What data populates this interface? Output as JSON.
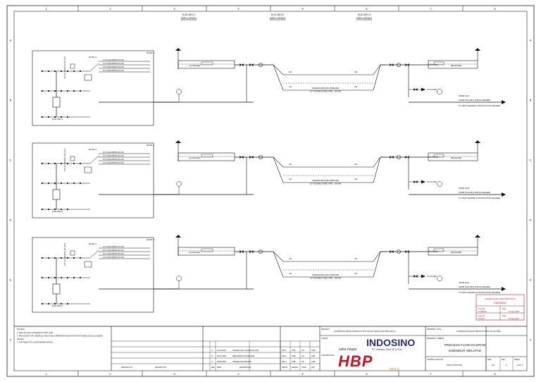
{
  "sheet": {
    "col_markers": [
      "1",
      "2",
      "3",
      "4",
      "5",
      "6",
      "7",
      "8"
    ],
    "row_markers": [
      "A",
      "B",
      "C",
      "D",
      "E",
      "F"
    ]
  },
  "header": {
    "wellheads": [
      {
        "name": "KUD-WH-1",
        "sub": "(WELLHEAD)"
      },
      {
        "name": "KUD-WH-2",
        "sub": "(WELLHEAD)"
      },
      {
        "name": "KUD-WH-3",
        "sub": "(WELLHEAD)"
      }
    ]
  },
  "panels": [
    {
      "note": "NOTE 3",
      "wellhead_tag": "KUD-WH-1",
      "lines": [
        "1/4\"-K040-00P52-N1-CP1",
        "1/4\"-K040-00P52-N2-CP1",
        "1/4\"-K040-00P52-N3-CP1",
        "1/4\"-K040-00P52-N4-CP1"
      ],
      "vert_tag": "1/4\"-W-200/300-I-N1-CP1",
      "launcher": "LAUNCHER",
      "receiver": "RECEIVER",
      "note_mid": "NOTE 3",
      "pipeline_label": "UNDERGROUND PIPELINE",
      "pipeline_sub": "10\" FLEXIBLE STEEL PIPE - 150 MM",
      "flare_label": "TO FLARE",
      "tap_label": "FROM GAS",
      "out_line": "FROM KUD-WH1 (PROD.HEADER)",
      "out_note": "TO TEST HEADER & PRODUCTION HEADER",
      "ug_tags": [
        "UG",
        "UG",
        "UG",
        "UG"
      ]
    },
    {
      "note": "NOTE 3",
      "wellhead_tag": "KUD-WH-2",
      "lines": [
        "1/4\"-K040-00P52-N1-CP1",
        "1/4\"-K040-00P52-N2-CP1",
        "1/4\"-K040-00P52-N3-CP1",
        "1/4\"-K040-00P52-N4-CP1"
      ],
      "vert_tag": "1/4\"-W-200/300-I-N1-CP1",
      "launcher": "LAUNCHER",
      "receiver": "RECEIVER",
      "note_mid": "NOTE 3",
      "pipeline_label": "UNDERGROUND PIPELINE",
      "pipeline_sub": "10\" FLEXIBLE STEEL PIPE - 150 MM",
      "flare_label": "TO FLARE",
      "tap_label": "FROM GAS",
      "out_line": "FROM KUD-WH2 (PROD.HEADER)",
      "out_note": "TO TEST HEADER & PRODUCTION HEADER",
      "ug_tags": [
        "UG",
        "UG",
        "UG",
        "UG"
      ]
    },
    {
      "note": "NOTE 3",
      "wellhead_tag": "KUD-WH-3",
      "lines": [
        "1/4\"-K040-00P52-N1-CP1",
        "1/4\"-K040-00P52-N2-CP1",
        "1/4\"-K040-00P52-N3-CP1",
        "1/4\"-K040-00P52-N4-CP1"
      ],
      "vert_tag": "1/4\"-W-200/300-I-N1-CP1",
      "launcher": "LAUNCHER",
      "receiver": "RECEIVER",
      "note_mid": "NOTE 3",
      "pipeline_label": "UNDERGROUND PIPELINE",
      "pipeline_sub": "10\" FLEXIBLE STEEL PIPE - 150 MM",
      "flare_label": "TO FLARE",
      "tap_label": "FROM GAS",
      "out_line": "FROM KUD-WH3 (PROD.HEADER)",
      "out_note": "TO TEST HEADER & PRODUCTION HEADER",
      "ug_tags": [
        "UG",
        "UG",
        "UG",
        "UG"
      ]
    }
  ],
  "stamp": {
    "title": "ISSUED FOR CONSTRUCTION",
    "company": "INDOSINO",
    "by_label": "Prep By",
    "by_value": "S.N/IWAN",
    "appr_label": "Appr By",
    "appr_value": "Ibnasrik",
    "date_label": "Date",
    "date_value": "15-Sep-2020"
  },
  "notes": {
    "title": "NOTES:",
    "items": [
      "1. PIPE TO THE LAUNCHER TO RXT LINE.",
      "2. PROVISION FOR CHEMICAL INJECTION & REPEATER MONITOR WITH DOUBLE BLOCK & BLEED",
      "   VALVES.",
      "3. PORTABLE PIG LAUNCHER/RECEIVER."
    ]
  },
  "revisions": {
    "rows": [
      {
        "rev": "C",
        "date": "15.09.2020",
        "desc": "ISSUED FOR CONSTRUCTION",
        "by": "WCG",
        "chk": "TDB",
        "app": "LM",
        "cl": "CAB"
      },
      {
        "rev": "B",
        "date": "06.09.2020",
        "desc": "RELEASED FOR REVIEW",
        "by": "WCG",
        "chk": "TDB",
        "app": "LM",
        "cl": "CAB"
      },
      {
        "rev": "A",
        "date": "28.08.2020",
        "desc": "ISSUED FOR REVIEW",
        "by": "WCG",
        "chk": "TDB",
        "app": "LM",
        "cl": "CAB"
      }
    ],
    "headers": [
      "DRAWING NO.",
      "DESCRIPTION",
      "REV",
      "DATE",
      "DESCRIPTION",
      "DRFTR",
      "DESIGN",
      "CHKD",
      "APP"
    ]
  },
  "project": {
    "label": "PROJECT",
    "value": "KUDINDUR FIELD PRODUCTION FACILITIES (KUD PAD) EPCC",
    "client_label": "CLIENT",
    "contractor_label": "CONTRACTOR"
  },
  "logos": {
    "hbp": "HBP",
    "indosino": "INDOSINO",
    "indosino_sub": "PT. Indosino Neo Oil & Gas",
    "sm": "saka migas",
    "spec": "SPECC"
  },
  "drawing": {
    "title_label": "DRAWING TITLE",
    "title_value": "KUDINDUR FIELD PRODUCTION FACILITIES",
    "scale_label": "DRAWING TYPE",
    "scale_value": "PFD",
    "desc1": "PROCESS FLOW DIAGRAM",
    "desc2": "KUDINDUR WELLPAD",
    "doc_label": "CONTRACTOR NO.",
    "doc_value": "KUD-P-PFD-001",
    "size_label": "SIZE",
    "size_value": "A3",
    "rev_label": "REV.",
    "rev_value": "C",
    "sheet_label": "SHEET",
    "sheet_value": "1 OF 1"
  }
}
